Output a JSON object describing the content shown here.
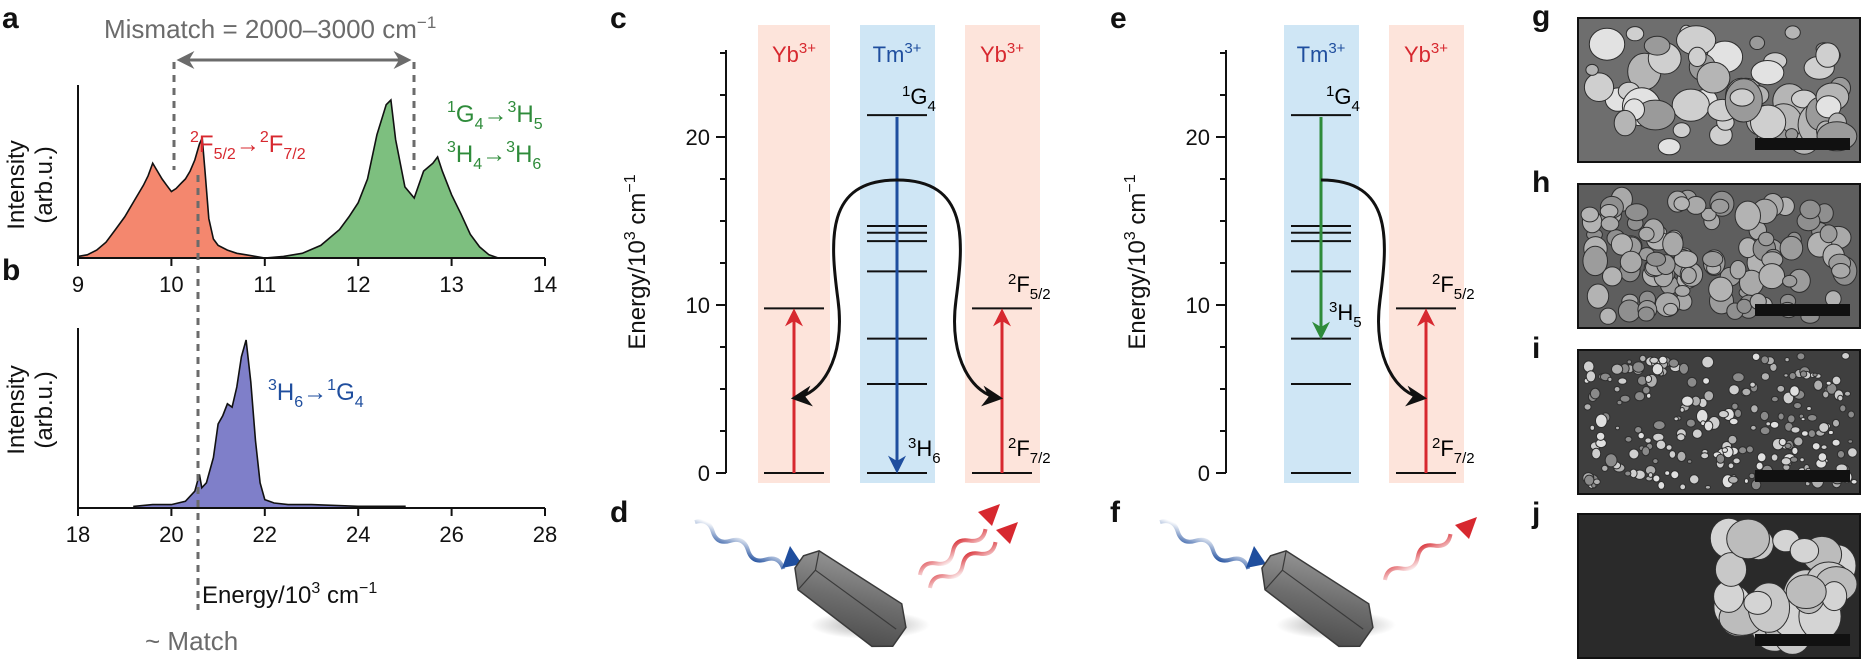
{
  "panel_labels": {
    "a": "a",
    "b": "b",
    "c": "c",
    "d": "d",
    "e": "e",
    "f": "f",
    "g": "g",
    "h": "h",
    "i": "i",
    "j": "j"
  },
  "colors": {
    "red": "#d7282f",
    "green": "#2e8b3a",
    "blue": "#1f4e9e",
    "gray": "#6b6b6b",
    "orange_fill": "#f4876e",
    "green_fill": "#7dbf7f",
    "blue_fill": "#7f7fc9",
    "yb_band": "#fde4db",
    "tm_band": "#cfe6f5"
  },
  "icons": [
    "photon-wave-icon",
    "crystal-rod-icon",
    "double-arrow-icon",
    "energy-transfer-arrow-icon",
    "scale-bar-icon"
  ],
  "chart_data": [
    {
      "panel": "a",
      "type": "area",
      "ylabel_line1": "Intensity",
      "ylabel_line2": "(arb.u.)",
      "xlim": [
        9,
        14
      ],
      "xticks": [
        "9",
        "10",
        "11",
        "12",
        "13",
        "14"
      ],
      "mismatch_label": "Mismatch = 2000–3000 cm",
      "mismatch_label_sup": "−1",
      "mismatch_range": [
        10.1,
        12.6
      ],
      "series": [
        {
          "name": "²F5/2→²F7/2",
          "color": "#f4876e",
          "x": [
            9.0,
            9.1,
            9.2,
            9.3,
            9.4,
            9.5,
            9.6,
            9.7,
            9.75,
            9.8,
            9.85,
            9.9,
            9.95,
            10.0,
            10.05,
            10.1,
            10.15,
            10.2,
            10.25,
            10.3,
            10.33,
            10.36,
            10.4,
            10.45,
            10.5,
            10.6,
            10.7,
            10.8,
            10.9,
            11.0
          ],
          "y": [
            0.01,
            0.02,
            0.05,
            0.1,
            0.18,
            0.26,
            0.36,
            0.46,
            0.52,
            0.6,
            0.55,
            0.5,
            0.46,
            0.42,
            0.44,
            0.47,
            0.5,
            0.55,
            0.62,
            0.72,
            0.76,
            0.55,
            0.25,
            0.12,
            0.08,
            0.05,
            0.03,
            0.02,
            0.01,
            0.0
          ]
        },
        {
          "name": "¹G4→³H5 / ³H4→³H6",
          "color": "#7dbf7f",
          "x": [
            11.0,
            11.2,
            11.4,
            11.6,
            11.8,
            11.9,
            12.0,
            12.1,
            12.2,
            12.3,
            12.35,
            12.4,
            12.5,
            12.6,
            12.7,
            12.8,
            12.85,
            12.9,
            13.0,
            13.1,
            13.2,
            13.3,
            13.4,
            13.5
          ],
          "y": [
            0.0,
            0.01,
            0.03,
            0.08,
            0.18,
            0.26,
            0.35,
            0.5,
            0.78,
            0.97,
            1.0,
            0.75,
            0.45,
            0.38,
            0.55,
            0.6,
            0.64,
            0.55,
            0.4,
            0.28,
            0.15,
            0.07,
            0.02,
            0.0
          ]
        }
      ],
      "annotations": {
        "yb_transition": {
          "a": "2",
          "b": "F",
          "c": "5/2",
          "d": "→",
          "e": "2",
          "f": "F",
          "g": "7/2"
        },
        "tm_transition_1": {
          "a": "1",
          "b": "G",
          "c": "4",
          "d": "→",
          "e": "3",
          "f": "H",
          "g": "5"
        },
        "tm_transition_2": {
          "a": "3",
          "b": "H",
          "c": "4",
          "d": "→",
          "e": "3",
          "f": "H",
          "g": "6"
        }
      }
    },
    {
      "panel": "b",
      "type": "area",
      "ylabel_line1": "Intensity",
      "ylabel_line2": "(arb.u.)",
      "xlim": [
        18,
        28
      ],
      "xticks": [
        "18",
        "20",
        "22",
        "24",
        "26",
        "28"
      ],
      "xlabel": "Energy/10",
      "xlabel_sup": "3",
      "xlabel_unit": " cm",
      "xlabel_unit_sup": "−1",
      "match_label": "~ Match",
      "match_x": 20.6,
      "series": [
        {
          "name": "³H6→¹G4",
          "color": "#7f7fc9",
          "x": [
            19.2,
            19.6,
            20.0,
            20.3,
            20.5,
            20.6,
            20.65,
            20.75,
            20.9,
            21.0,
            21.1,
            21.2,
            21.3,
            21.4,
            21.5,
            21.6,
            21.7,
            21.8,
            21.9,
            22.0,
            22.2,
            22.5,
            23.0,
            24.0,
            25.0
          ],
          "y": [
            0.01,
            0.02,
            0.02,
            0.04,
            0.1,
            0.2,
            0.12,
            0.15,
            0.3,
            0.5,
            0.55,
            0.62,
            0.6,
            0.72,
            0.9,
            1.0,
            0.75,
            0.4,
            0.15,
            0.05,
            0.03,
            0.02,
            0.02,
            0.01,
            0.01
          ]
        }
      ],
      "annotations": {
        "tm_absorption": {
          "a": "3",
          "b": "H",
          "c": "6",
          "d": "→",
          "e": "1",
          "f": "G",
          "g": "4"
        }
      }
    },
    {
      "panel": "c",
      "type": "energy-level-diagram",
      "ylabel": "Energy/10",
      "ylabel_sup": "3",
      "ylabel_unit": " cm",
      "ylabel_unit_sup": "−1",
      "ylim": [
        0,
        25
      ],
      "yticks": [
        "0",
        "10",
        "20"
      ],
      "bands": [
        {
          "ion": "Yb",
          "charge": "3+"
        },
        {
          "ion": "Tm",
          "charge": "3+"
        },
        {
          "ion": "Yb",
          "charge": "3+"
        }
      ],
      "tm_levels": [
        0,
        5.3,
        8.0,
        12.0,
        13.8,
        14.3,
        14.7,
        21.3
      ],
      "yb_levels": [
        0,
        9.8
      ],
      "level_labels": {
        "g4": {
          "base": "G",
          "pre": "1",
          "sub": "4"
        },
        "h6": {
          "base": "H",
          "pre": "3",
          "sub": "6"
        },
        "f52": {
          "base": "F",
          "pre": "2",
          "sub": "5/2"
        },
        "f72": {
          "base": "F",
          "pre": "2",
          "sub": "7/2"
        }
      }
    },
    {
      "panel": "e",
      "type": "energy-level-diagram",
      "ylabel": "Energy/10",
      "ylabel_sup": "3",
      "ylabel_unit": " cm",
      "ylabel_unit_sup": "−1",
      "ylim": [
        0,
        25
      ],
      "yticks": [
        "0",
        "10",
        "20"
      ],
      "bands": [
        {
          "ion": "Tm",
          "charge": "3+"
        },
        {
          "ion": "Yb",
          "charge": "3+"
        }
      ],
      "tm_levels": [
        0,
        5.3,
        8.0,
        12.0,
        13.8,
        14.3,
        14.7,
        21.3
      ],
      "yb_levels": [
        0,
        9.8
      ],
      "level_labels": {
        "g4": {
          "base": "G",
          "pre": "1",
          "sub": "4"
        },
        "h5": {
          "base": "H",
          "pre": "3",
          "sub": "5"
        },
        "f52": {
          "base": "F",
          "pre": "2",
          "sub": "5/2"
        },
        "f72": {
          "base": "F",
          "pre": "2",
          "sub": "7/2"
        }
      }
    }
  ],
  "sem_images": [
    {
      "panel": "g",
      "texture": "flaky-porous"
    },
    {
      "panel": "h",
      "texture": "grains"
    },
    {
      "panel": "i",
      "texture": "fine-porous"
    },
    {
      "panel": "j",
      "texture": "large-grains"
    }
  ]
}
